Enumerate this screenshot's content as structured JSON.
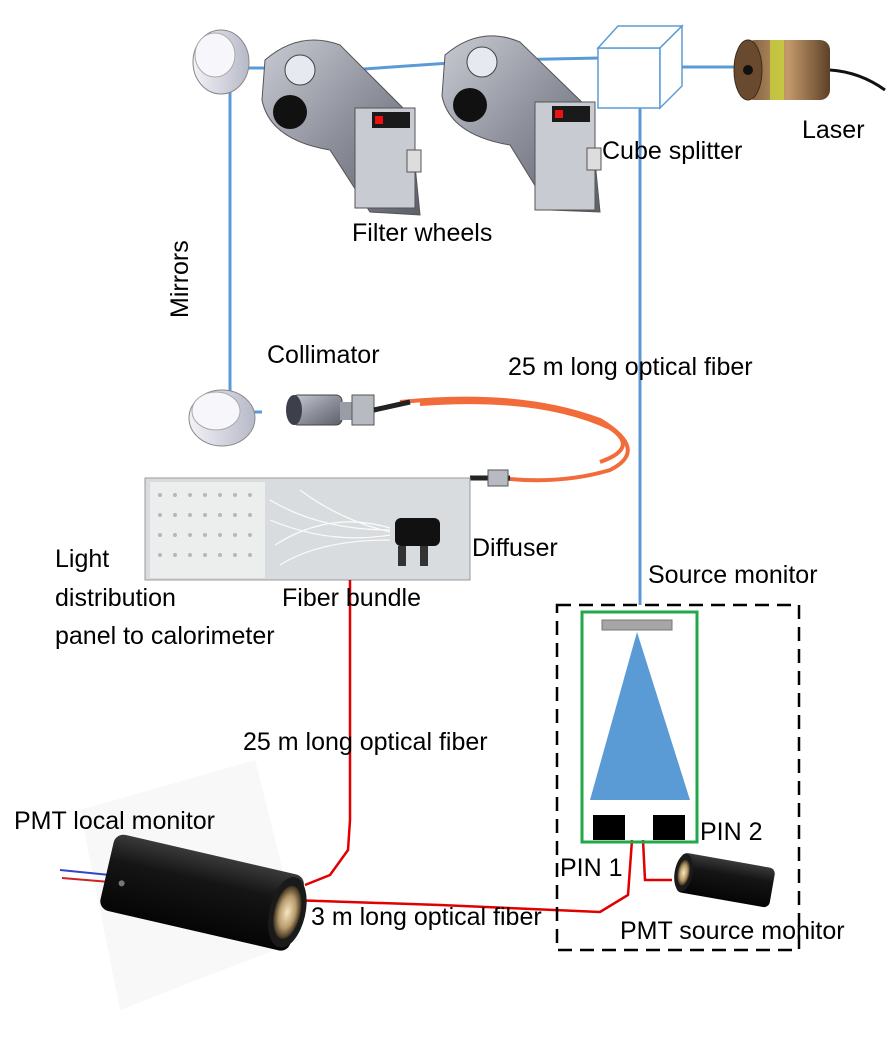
{
  "labels": {
    "laser": "Laser",
    "cube_splitter": "Cube splitter",
    "filter_wheels": "Filter wheels",
    "mirrors": "Mirrors",
    "collimator": "Collimator",
    "fiber_25m_top": "25 m long optical fiber",
    "diffuser": "Diffuser",
    "source_monitor": "Source monitor",
    "light_panel_line1": "Light",
    "light_panel_line2": "distribution",
    "light_panel_line3": "panel to calorimeter",
    "fiber_bundle": "Fiber bundle",
    "fiber_25m_bottom": "25 m long optical fiber",
    "pmt_local_monitor": "PMT local monitor",
    "pin1": "PIN 1",
    "pin2": "PIN 2",
    "fiber_3m": "3 m long optical fiber",
    "pmt_source_monitor": "PMT source monitor"
  },
  "colors": {
    "beam": "#5b9bd5",
    "red_fiber": "#e00000",
    "orange_fiber": "#f26b3a",
    "source_box_border": "#000000",
    "source_green_border": "#22a84a",
    "cone": "#5b9bd5"
  }
}
